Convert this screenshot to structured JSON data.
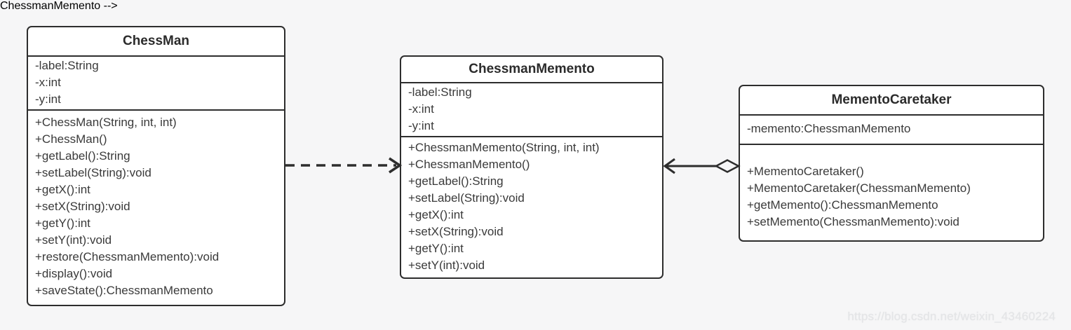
{
  "diagram": {
    "type": "uml-class-diagram",
    "pattern": "Memento",
    "colors": {
      "background": "#f6f6f7",
      "box_fill": "#ffffff",
      "box_border": "#2d2d2d",
      "text": "#3a3a3a",
      "watermark": "#e4e5e7"
    },
    "classes": [
      {
        "name": "ChessMan",
        "attributes": [
          "-label:String",
          "-x:int",
          "-y:int"
        ],
        "methods": [
          "+ChessMan(String, int, int)",
          "+ChessMan()",
          "+getLabel():String",
          "+setLabel(String):void",
          "+getX():int",
          "+setX(String):void",
          "+getY():int",
          "+setY(int):void",
          "+restore(ChessmanMemento):void",
          "+display():void",
          "+saveState():ChessmanMemento"
        ]
      },
      {
        "name": "ChessmanMemento",
        "attributes": [
          "-label:String",
          "-x:int",
          "-y:int"
        ],
        "methods": [
          "+ChessmanMemento(String, int, int)",
          "+ChessmanMemento()",
          "+getLabel():String",
          "+setLabel(String):void",
          "+getX():int",
          "+setX(String):void",
          "+getY():int",
          "+setY(int):void"
        ]
      },
      {
        "name": "MementoCaretaker",
        "attributes": [
          "-memento:ChessmanMemento"
        ],
        "methods": [
          "+MementoCaretaker()",
          "+MementoCaretaker(ChessmanMemento)",
          "+getMemento():ChessmanMemento",
          "+setMemento(ChessmanMemento):void"
        ]
      }
    ],
    "relationships": [
      {
        "type": "dependency",
        "from": "ChessMan",
        "to": "ChessmanMemento",
        "line": "dashed",
        "head": "open-arrow"
      },
      {
        "type": "aggregation",
        "from": "MementoCaretaker",
        "to": "ChessmanMemento",
        "line": "solid",
        "head": "open-arrow",
        "tail": "hollow-diamond"
      }
    ],
    "watermark": "https://blog.csdn.net/weixin_43460224"
  }
}
